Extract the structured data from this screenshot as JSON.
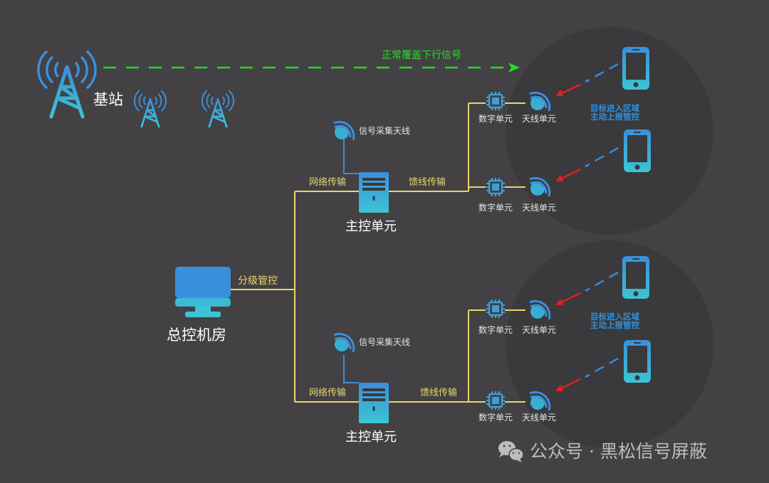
{
  "colors": {
    "background": "#434144",
    "zone_circle": "#3a393b",
    "icon_blue_top": "#3a8fdc",
    "icon_blue_bottom": "#3dc4d4",
    "connector_yellow": "#e8d66a",
    "downlink_green": "#22dd22",
    "uplink_blue": "#2f8fde",
    "alert_red": "#e02020"
  },
  "base_station": {
    "label": "基站",
    "icon": "cell-tower-icon",
    "downlink_label": "正常覆盖下行信号"
  },
  "control_room": {
    "label": "总控机房",
    "icon": "monitor-icon",
    "link_label": "分级管控"
  },
  "branches": [
    {
      "controller_label": "主控单元",
      "collector_antenna_label": "信号采集天线",
      "network_link_label": "网络传输",
      "feeder_link_label": "馈线传输",
      "units": [
        {
          "digital_label": "数字单元",
          "antenna_label": "天线单元"
        },
        {
          "digital_label": "数字单元",
          "antenna_label": "天线单元"
        }
      ],
      "zone_note": [
        "目标进入区域",
        "主动上报管控"
      ]
    },
    {
      "controller_label": "主控单元",
      "collector_antenna_label": "信号采集天线",
      "network_link_label": "网络传输",
      "feeder_link_label": "馈线传输",
      "units": [
        {
          "digital_label": "数字单元",
          "antenna_label": "天线单元"
        },
        {
          "digital_label": "数字单元",
          "antenna_label": "天线单元"
        }
      ],
      "zone_note": [
        "目标进入区域",
        "主动上报管控"
      ]
    }
  ],
  "watermark": {
    "icon": "wechat-icon",
    "text": "公众号 · 黑松信号屏蔽"
  }
}
